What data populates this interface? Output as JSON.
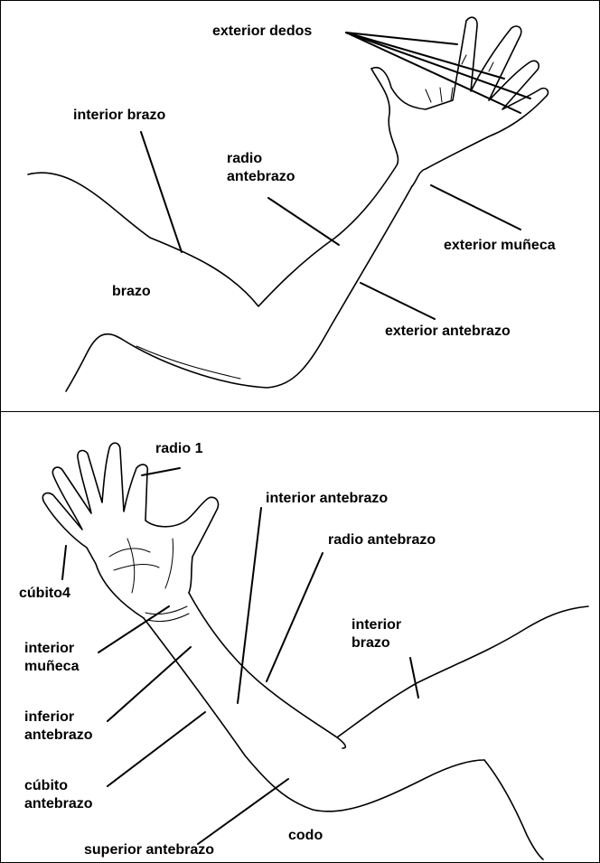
{
  "top_panel": {
    "labels": {
      "exterior_dedos": "exterior dedos",
      "interior_brazo": "interior brazo",
      "radio_antebrazo": "radio\nantebrazo",
      "brazo": "brazo",
      "exterior_muneca": "exterior muñeca",
      "exterior_antebrazo": "exterior antebrazo"
    }
  },
  "bottom_panel": {
    "labels": {
      "radio_1": "radio 1",
      "interior_antebrazo": "interior antebrazo",
      "radio_antebrazo": "radio antebrazo",
      "cubito4": "cúbito4",
      "interior_brazo": "interior\nbrazo",
      "interior_muneca": "interior\nmuñeca",
      "inferior_antebrazo": "inferior\nantebrazo",
      "cubito_antebrazo": "cúbito\nantebrazo",
      "codo": "codo",
      "superior_antebrazo": "superior antebrazo"
    }
  }
}
